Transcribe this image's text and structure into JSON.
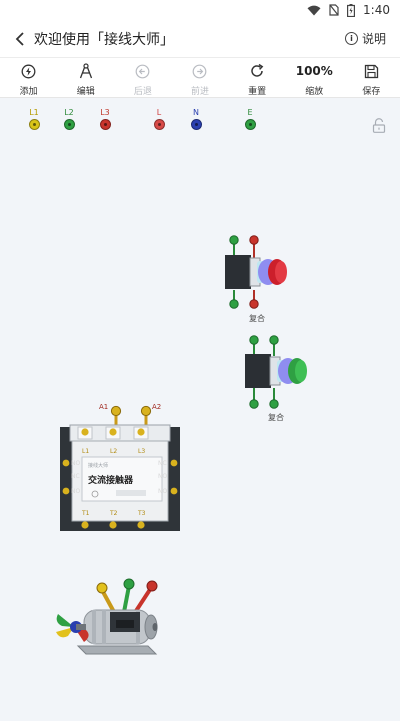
{
  "status_bar": {
    "time": "1:40"
  },
  "app_bar": {
    "title": "欢迎使用「接线大师」",
    "help_label": "说明"
  },
  "toolbar": {
    "add": "添加",
    "edit": "编辑",
    "undo": "后退",
    "redo": "前进",
    "reset": "重置",
    "zoom_value": "100%",
    "zoom_label": "缩放",
    "save": "保存"
  },
  "terminals": [
    {
      "label": "L1",
      "color": "#d8c41a",
      "label_color": "#b59a00"
    },
    {
      "label": "L2",
      "color": "#2fa043",
      "label_color": "#2f8a3a"
    },
    {
      "label": "L3",
      "color": "#c8342c",
      "label_color": "#c0392b"
    },
    {
      "label": "L",
      "color": "#d84a48",
      "label_color": "#d04040"
    },
    {
      "label": "N",
      "color": "#2a3fb0",
      "label_color": "#2a3fb0"
    },
    {
      "label": "E",
      "color": "#2fa043",
      "label_color": "#2f8a3a"
    }
  ],
  "components": {
    "button_red": {
      "caption": "复合"
    },
    "button_green": {
      "caption": "复合"
    },
    "contactor": {
      "coil_labels": [
        "A1",
        "A2"
      ],
      "top_labels": [
        "L1",
        "L2",
        "L3"
      ],
      "bottom_labels": [
        "T1",
        "T2",
        "T3"
      ],
      "side_labels": [
        "NO",
        "NC",
        "NO",
        "NC",
        "NO",
        "NO"
      ],
      "brand": "接线大师",
      "name": "交流接触器"
    }
  },
  "colors": {
    "accent_red": "#c8342c",
    "accent_green": "#2fa043",
    "accent_yellow": "#d8c41a",
    "neutral_blue": "#2a3fb0"
  }
}
